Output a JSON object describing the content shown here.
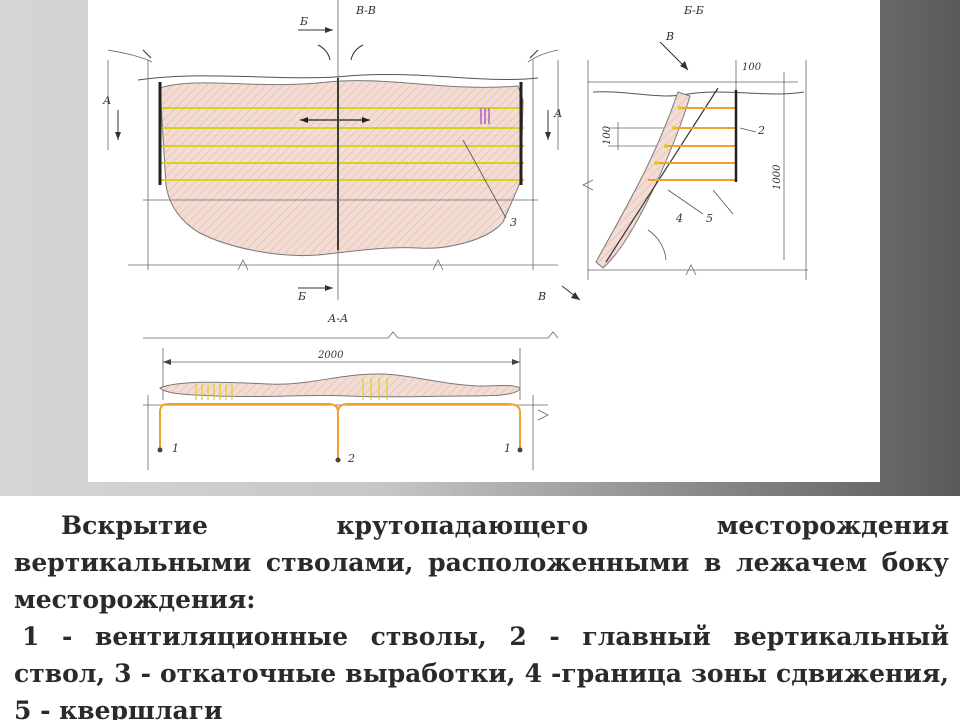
{
  "figure": {
    "labels": {
      "section_vv": "В-В",
      "section_bb": "Б-Б",
      "section_aa": "А-А",
      "cut_b": "Б",
      "cut_v": "В",
      "cut_a": "А",
      "dim_100": "100",
      "dim_1000": "1000",
      "dim_2000": "2000",
      "n1": "1",
      "n2": "2",
      "n3": "3",
      "n4": "4",
      "n5": "5"
    },
    "colors": {
      "ore": "#f3dcd3",
      "ore_hatch": "#d9a898",
      "drift": "#d8d020",
      "crosscut": "#f0a030",
      "stroke": "#3a3a3a",
      "mark": "#b060c0"
    }
  },
  "caption": {
    "title": "Вскрытие крутопадающего месторождения вертикальными стволами, расположенными в лежачем боку месторождения:",
    "legend": "1 - вентиляционные стволы, 2 - главный вертикальный ствол, 3 - откаточные выработки, 4 -граница зоны сдвижения, 5 - квершлаги"
  }
}
